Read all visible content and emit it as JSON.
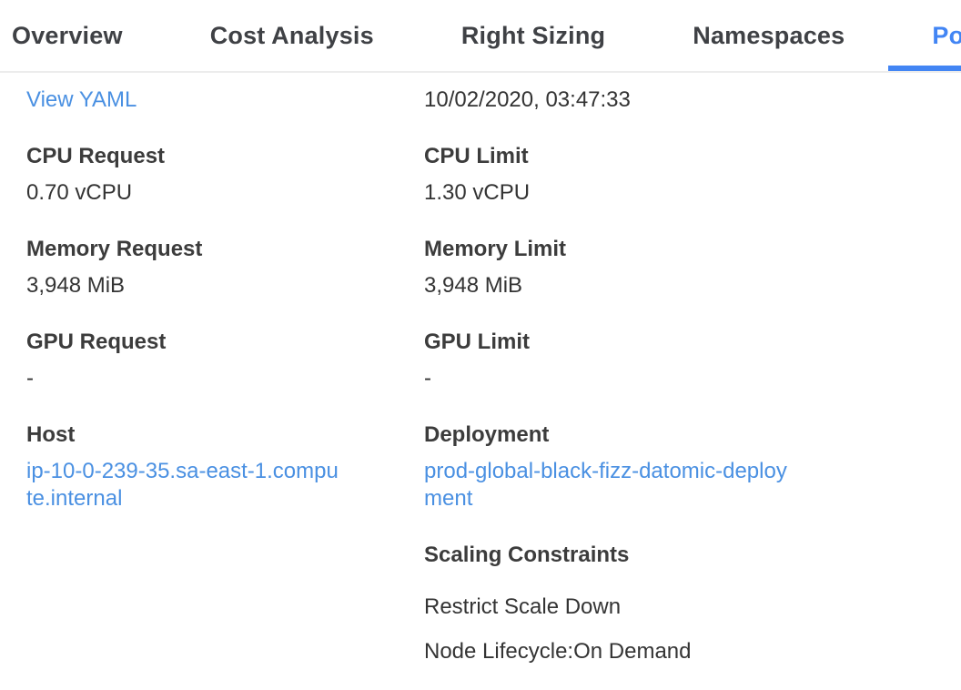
{
  "colors": {
    "accent_blue": "#4285f4",
    "link_blue": "#4a90e2",
    "label_gray": "#3c3c3c",
    "value_gray": "#343434",
    "divider_gray": "#ececec"
  },
  "tabs": {
    "items": [
      {
        "label": "Overview",
        "active": false
      },
      {
        "label": "Cost Analysis",
        "active": false
      },
      {
        "label": "Right Sizing",
        "active": false
      },
      {
        "label": "Namespaces",
        "active": false
      },
      {
        "label": "Pods",
        "active": true
      }
    ]
  },
  "panel": {
    "view_yaml_label": "View YAML",
    "timestamp": "10/02/2020, 03:47:33",
    "left_fields": [
      {
        "label": "CPU Request",
        "value": "0.70 vCPU"
      },
      {
        "label": "Memory Request",
        "value": "3,948 MiB"
      },
      {
        "label": "GPU Request",
        "value": "-"
      },
      {
        "label": "Host",
        "value": "ip-10-0-239-35.sa-east-1.compute.internal",
        "is_link": true
      }
    ],
    "right_fields": [
      {
        "label": "CPU Limit",
        "value": "1.30 vCPU"
      },
      {
        "label": "Memory Limit",
        "value": "3,948 MiB"
      },
      {
        "label": "GPU Limit",
        "value": "-"
      },
      {
        "label": "Deployment",
        "value": "prod-global-black-fizz-datomic-deployment",
        "is_link": true
      }
    ],
    "scaling_constraints": {
      "label": "Scaling Constraints",
      "items": [
        "Restrict Scale Down",
        "Node Lifecycle:On Demand"
      ]
    }
  }
}
